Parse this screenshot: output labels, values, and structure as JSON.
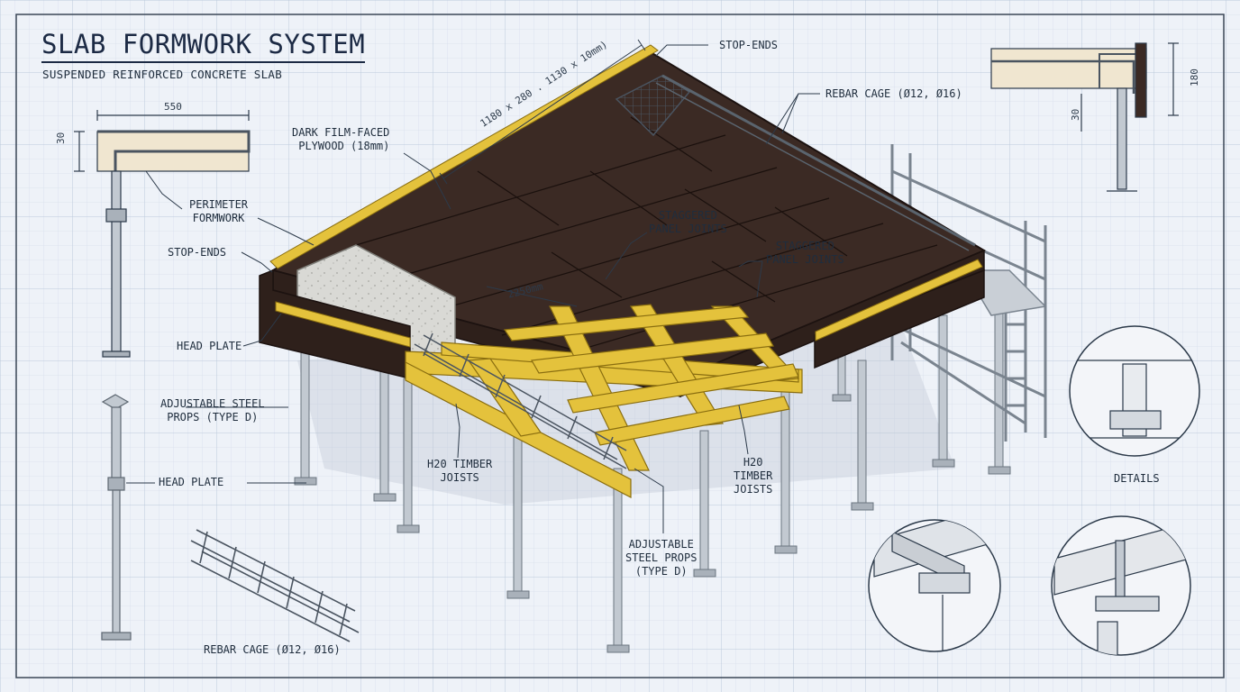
{
  "drawing": {
    "title": "SLAB FORMWORK SYSTEM",
    "subtitle": "SUSPENDED REINFORCED CONCRETE SLAB"
  },
  "labels": {
    "stop_ends_top": "STOP-ENDS",
    "rebar_cage_top": "REBAR CAGE (Ø12, Ø16)",
    "dark_plywood": "DARK FILM-FACED\nPLYWOOD (18mm)",
    "perimeter_formwork": "PERIMETER\nFORMWORK",
    "stop_ends_left": "STOP-ENDS",
    "head_plate_1": "HEAD PLATE",
    "adjustable_props_left": "ADJUSTABLE STEEL\nPROPS (TYPE D)",
    "head_plate_2": "HEAD PLATE",
    "staggered_joints_1": "STAGGERED\nPANEL JOINTS",
    "staggered_joints_2": "STAGGERED\nPANEL JOINTS",
    "h20_joists_left": "H20 TIMBER\nJOISTS",
    "h20_joists_right": "H20\nTIMBER\nJOISTS",
    "adjustable_props_center": "ADJUSTABLE\nSTEEL PROPS\n(TYPE D)",
    "details": "DETAILS",
    "rebar_cage_bottom": "REBAR CAGE (Ø12, Ø16)"
  },
  "dimensions": {
    "width_550": "550",
    "height_30_left": "30",
    "diag_top": "1180 x 280 . 1130 x 10mm)",
    "span_2250": "2250mm",
    "height_180": "180",
    "height_30_right": "30"
  },
  "colors": {
    "paper": "#eef2f8",
    "grid_minor": "#d7e0ec",
    "grid_major": "#bccadb",
    "ink": "#1f2d3d",
    "plywood": "#3b2a24",
    "timber": "#e4c23c",
    "steel": "#c2c9d1",
    "concrete": "#d8d8d4"
  }
}
